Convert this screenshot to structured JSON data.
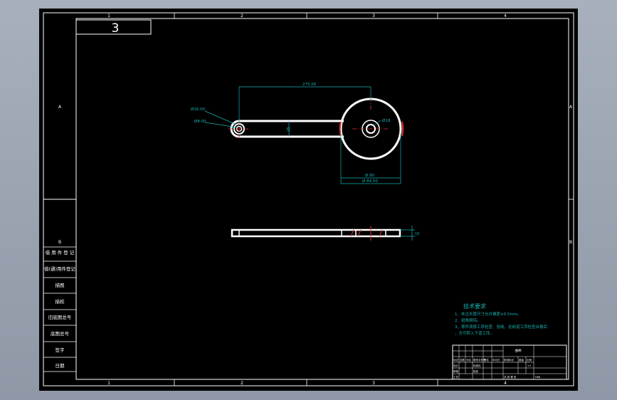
{
  "frame": {
    "zone_cols": [
      "1",
      "2",
      "3",
      "4"
    ],
    "zone_rows": [
      "A",
      "B"
    ]
  },
  "drawing_number_box": "3",
  "left_panel": {
    "labels": [
      "借 用 件 登 记",
      "描图",
      "描校",
      "旧底图总号",
      "底图总号",
      "签字",
      "日期"
    ],
    "first_label": "借(通)用件登记"
  },
  "dimensions": {
    "center_distance": "275.00",
    "small_outer": "Ø16.00",
    "small_bore": "Ø8.00",
    "bar_width": "25",
    "big_bore": "Ø18",
    "big_dia_1": "Ø 80",
    "big_dia_2": "Ø 84.50",
    "thickness": "10"
  },
  "notes": {
    "title": "技术要求",
    "lines": [
      "1、未注长度尺寸允许偏差±0.5mm。",
      "2、锐角倒钝。",
      "3、零件须按工序检查、验收，在前道工序检查合格后",
      "   ，方可转入下道工序。"
    ]
  },
  "title_block": {
    "part_name": "曲柄",
    "drawing_code": "",
    "header_cells": [
      "标记",
      "处数",
      "分区",
      "更改文件号",
      "签名",
      "年月日"
    ],
    "role_cells": [
      "设计",
      "审核",
      "工艺",
      "标准化",
      "批准"
    ],
    "stage_label": "阶段标记",
    "weight_label": "重量",
    "scale_label": "比例",
    "scale_value": "1:1",
    "sheet_label": "共 张 第 张",
    "mark_cell": "H68"
  },
  "colors": {
    "background": "#000000",
    "line": "#ffffff",
    "dimension": "#19b3b3",
    "centerline": "#e03030",
    "note": "#19b3b3"
  }
}
